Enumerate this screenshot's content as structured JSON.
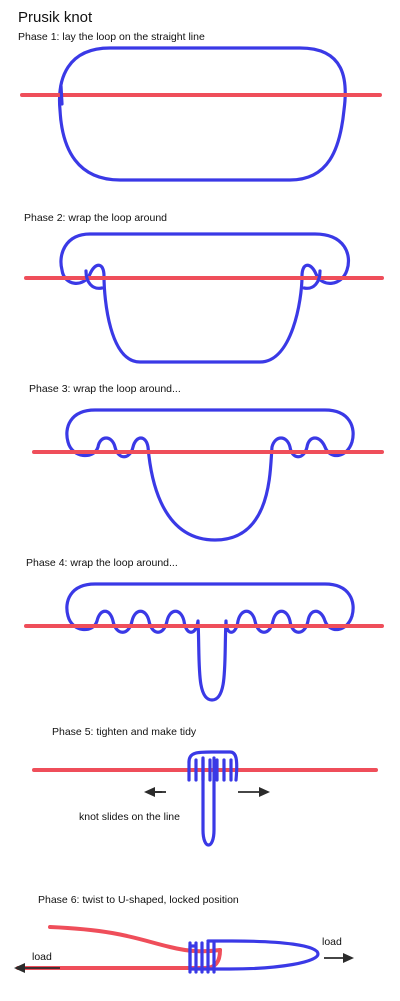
{
  "title": "Prusik knot",
  "phases": [
    {
      "label": "Phase 1: lay the loop on the straight line"
    },
    {
      "label": "Phase 2: wrap the loop around"
    },
    {
      "label": "Phase 3: wrap the loop around..."
    },
    {
      "label": "Phase 4: wrap the loop around..."
    },
    {
      "label": "Phase 5: tighten and make tidy"
    },
    {
      "label": "Phase 6: twist to U-shaped, locked position"
    }
  ],
  "notes": {
    "slides": "knot slides on the line",
    "load_left": "load",
    "load_right": "load"
  },
  "colors": {
    "line": "#ef4e5a",
    "loop": "#3a39e6",
    "arrow": "#2b2b2b"
  }
}
